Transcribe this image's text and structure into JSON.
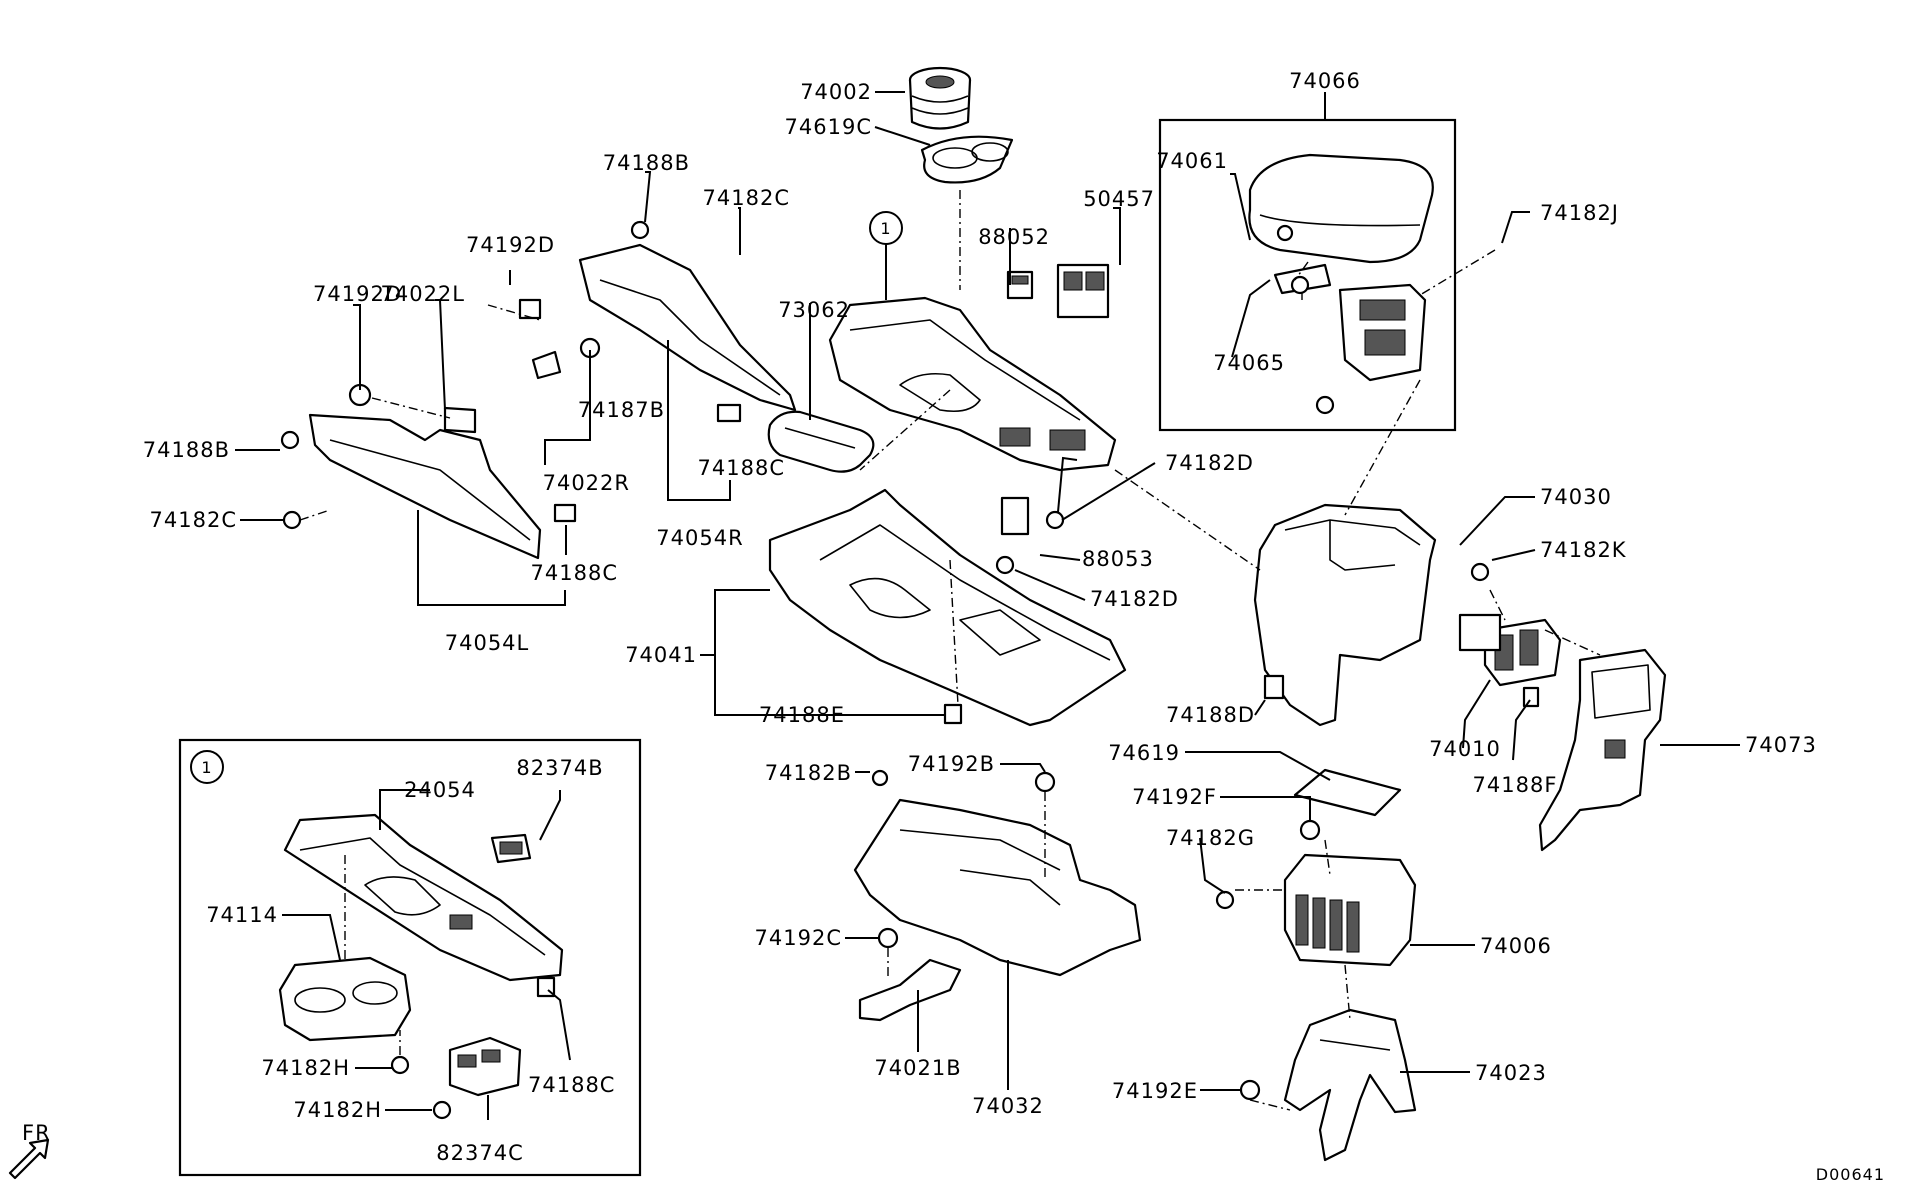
{
  "diagram_code": "D00641",
  "front_marker": "FR",
  "callout_number": "1",
  "labels": {
    "p74002": "74002",
    "p74619C": "74619C",
    "p74066": "74066",
    "p74061": "74061",
    "p74065": "74065",
    "p74182J": "74182J",
    "p74188B_top": "74188B",
    "p74182C_top": "74182C",
    "p74192D_a": "74192D",
    "p74192D_b": "74192D",
    "p74022L": "74022L",
    "p74187B": "74187B",
    "p74022R": "74022R",
    "p74188B_left": "74188B",
    "p74182C_left": "74182C",
    "p74188C_a": "74188C",
    "p74188C_b": "74188C",
    "p74054L": "74054L",
    "p74054R": "74054R",
    "p73062": "73062",
    "p88052": "88052",
    "p50457": "50457",
    "p74182D_a": "74182D",
    "p88053": "88053",
    "p74182D_b": "74182D",
    "p74030": "74030",
    "p74182K": "74182K",
    "p74041": "74041",
    "p74188E": "74188E",
    "p74188D": "74188D",
    "p74010": "74010",
    "p74188F": "74188F",
    "p74073": "74073",
    "p74619": "74619",
    "p74192F": "74192F",
    "p74182G": "74182G",
    "p74006": "74006",
    "p74023": "74023",
    "p74192E": "74192E",
    "p74182B": "74182B",
    "p74192B": "74192B",
    "p74192C": "74192C",
    "p74021B": "74021B",
    "p74032": "74032",
    "p24054": "24054",
    "p82374B": "82374B",
    "p74114": "74114",
    "p74182H_a": "74182H",
    "p74182H_b": "74182H",
    "p74188C_c": "74188C",
    "p82374C": "82374C"
  }
}
